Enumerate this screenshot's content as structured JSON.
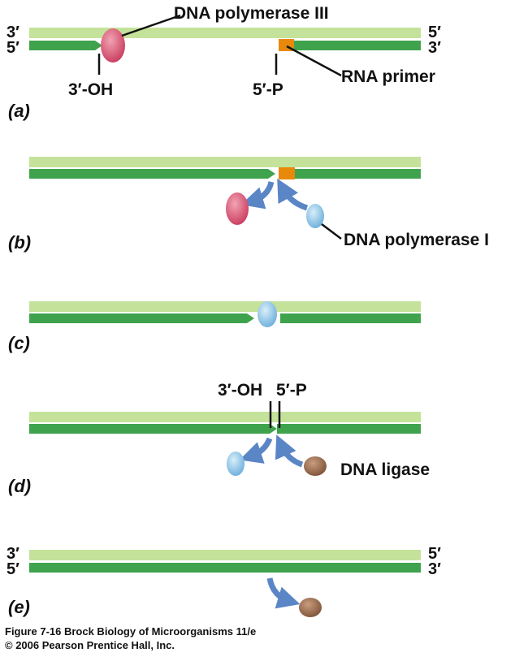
{
  "colors": {
    "light_strand": "#c4e29a",
    "dark_strand": "#3fa34d",
    "pol3": "#d94f6e",
    "pol1": "#8fc6e8",
    "ligase": "#9b6b4c",
    "primer": "#e8890c",
    "arrow": "#5b86c6"
  },
  "panels": {
    "a": {
      "label": "(a)",
      "left_top": "3′",
      "left_bottom": "5′",
      "right_top": "5′",
      "right_bottom": "3′",
      "oh": "3′-OH",
      "p": "5′-P",
      "pol3": "DNA polymerase III",
      "primer": "RNA primer"
    },
    "b": {
      "label": "(b)",
      "pol1": "DNA polymerase I"
    },
    "c": {
      "label": "(c)"
    },
    "d": {
      "label": "(d)",
      "oh": "3′-OH",
      "p": "5′-P",
      "ligase": "DNA ligase"
    },
    "e": {
      "label": "(e)",
      "left_top": "3′",
      "left_bottom": "5′",
      "right_top": "5′",
      "right_bottom": "3′"
    }
  },
  "caption": {
    "line1": "Figure 7-16  Brock Biology of Microorganisms 11/e",
    "line2": "© 2006 Pearson Prentice Hall, Inc."
  }
}
